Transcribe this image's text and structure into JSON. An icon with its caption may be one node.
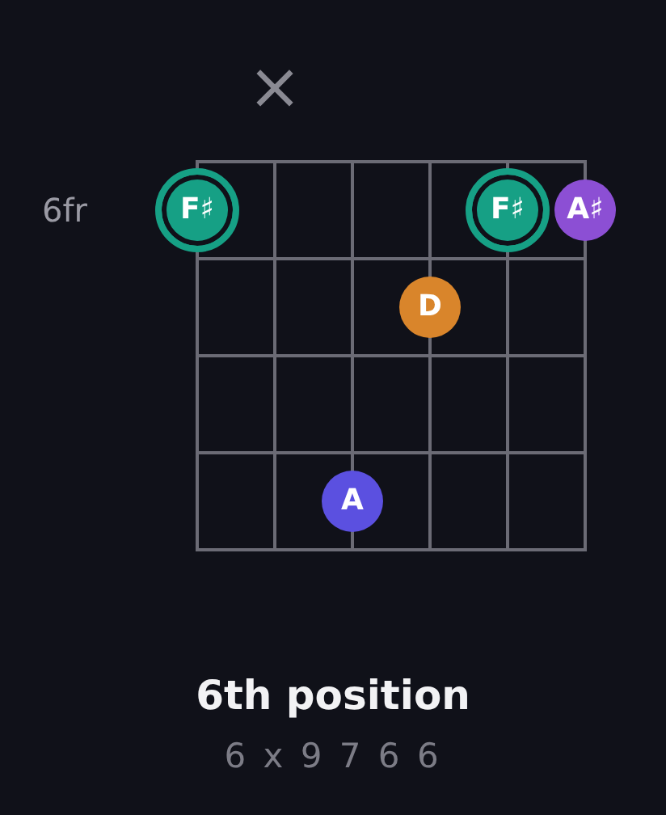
{
  "diagram": {
    "title": "6th position",
    "caption": "6 x 9 7 6 6",
    "nodes": [
      {
        "text": [
          "F♯"
        ]
      },
      {
        "text": [
          "F♯"
        ]
      },
      {
        "text": [
          "A♯"
        ]
      },
      {
        "text": [
          "D"
        ]
      },
      {
        "text": [
          "A"
        ]
      }
    ],
    "labels": [
      "×",
      "6fr"
    ]
  }
}
